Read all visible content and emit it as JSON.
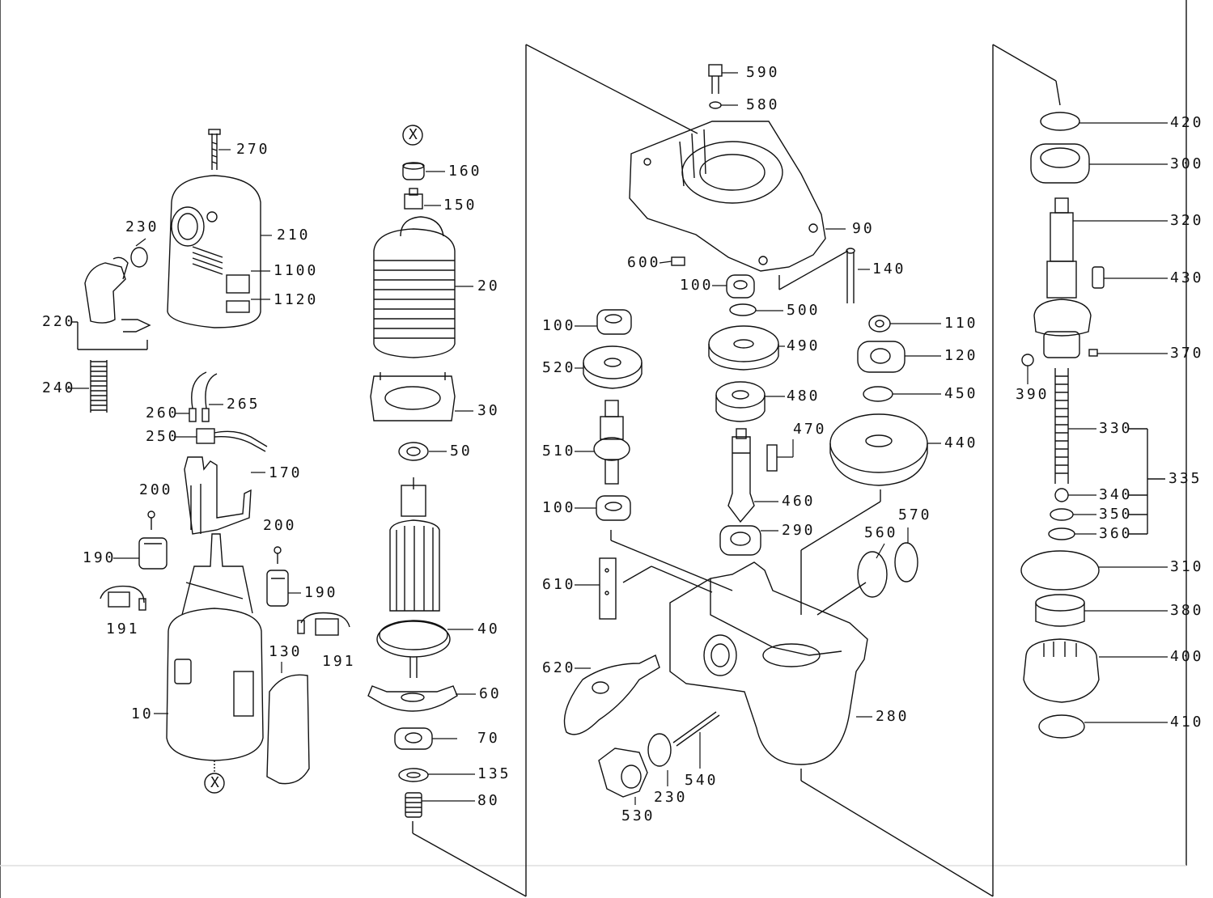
{
  "title": "",
  "part_labels": {
    "p10": "10",
    "p20": "20",
    "p30": "30",
    "p40": "40",
    "p50": "50",
    "p60": "60",
    "p70": "70",
    "p80": "80",
    "p90": "90",
    "p100a": "100",
    "p100b": "100",
    "p100c": "100",
    "p110": "110",
    "p120": "120",
    "p130": "130",
    "p135": "135",
    "p140": "140",
    "p150": "150",
    "p160": "160",
    "p170": "170",
    "p190a": "190",
    "p190b": "190",
    "p191a": "191",
    "p191b": "191",
    "p200a": "200",
    "p200b": "200",
    "p210": "210",
    "p220": "220",
    "p230a": "230",
    "p230b": "230",
    "p240": "240",
    "p250": "250",
    "p260": "260",
    "p265": "265",
    "p270": "270",
    "p280": "280",
    "p290": "290",
    "p300": "300",
    "p310": "310",
    "p320": "320",
    "p330": "330",
    "p335": "335",
    "p340": "340",
    "p350": "350",
    "p360": "360",
    "p370": "370",
    "p380": "380",
    "p390": "390",
    "p400": "400",
    "p410": "410",
    "p420": "420",
    "p430": "430",
    "p440": "440",
    "p450": "450",
    "p460": "460",
    "p470": "470",
    "p480": "480",
    "p490": "490",
    "p500": "500",
    "p510": "510",
    "p520": "520",
    "p530": "530",
    "p540": "540",
    "p560": "560",
    "p570": "570",
    "p580": "580",
    "p590": "590",
    "p600": "600",
    "p610": "610",
    "p620": "620",
    "p1100": "1100",
    "p1120": "1120",
    "markerX1": "X",
    "markerX2": "X"
  }
}
